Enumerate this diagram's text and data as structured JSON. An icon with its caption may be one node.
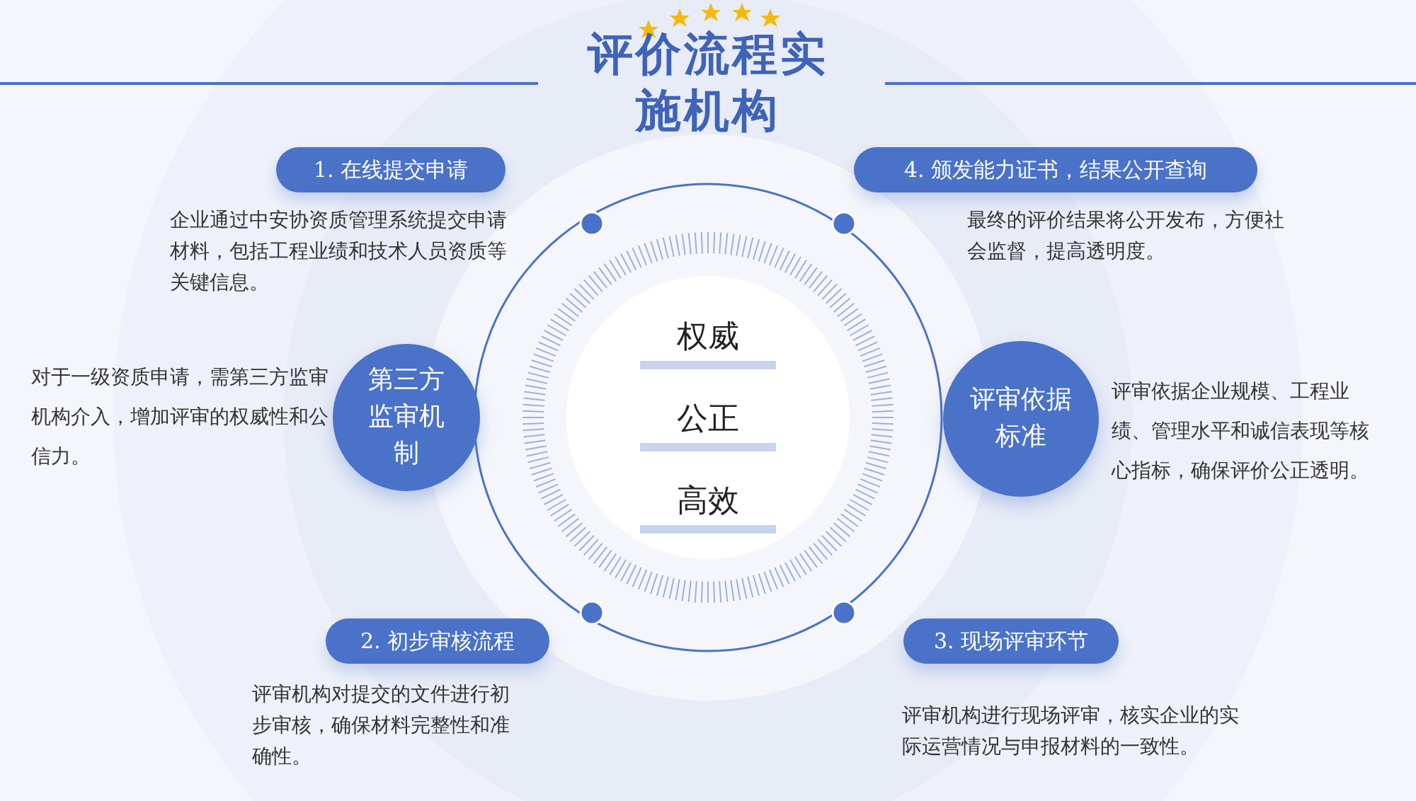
{
  "diagram": {
    "title": "评价流程实施机构",
    "nodes": [
      {
        "text": [
          "1. 在线提交申请"
        ],
        "beside": [
          "企业通过中安协资质管理系统提交申请材料，包括工程业绩和技术人员资质等关键信息。"
        ]
      },
      {
        "text": [
          "4. 颁发能力证书，结果公开查询"
        ],
        "beside": [
          "最终的评价结果将公开发布，方便社会监督，提高透明度。"
        ]
      },
      {
        "text": [
          "第三方监审机制"
        ],
        "beside": [
          "对于一级资质申请，需第三方监审机构介入，增加评审的权威性和公信力。"
        ]
      },
      {
        "text": [
          "权威",
          "公正",
          "高效"
        ]
      },
      {
        "text": [
          "评审依据标准"
        ],
        "beside": [
          "评审依据企业规模、工程业绩、管理水平和诚信表现等核心指标，确保评价公正透明。"
        ]
      },
      {
        "text": [
          "2. 初步审核流程"
        ],
        "beside": [
          "评审机构对提交的文件进行初步审核，确保材料完整性和准确性。"
        ]
      },
      {
        "text": [
          "3. 现场评审环节"
        ],
        "beside": [
          "评审机构进行现场评审，核实企业的实际运营情况与申报材料的一致性。"
        ]
      }
    ]
  }
}
